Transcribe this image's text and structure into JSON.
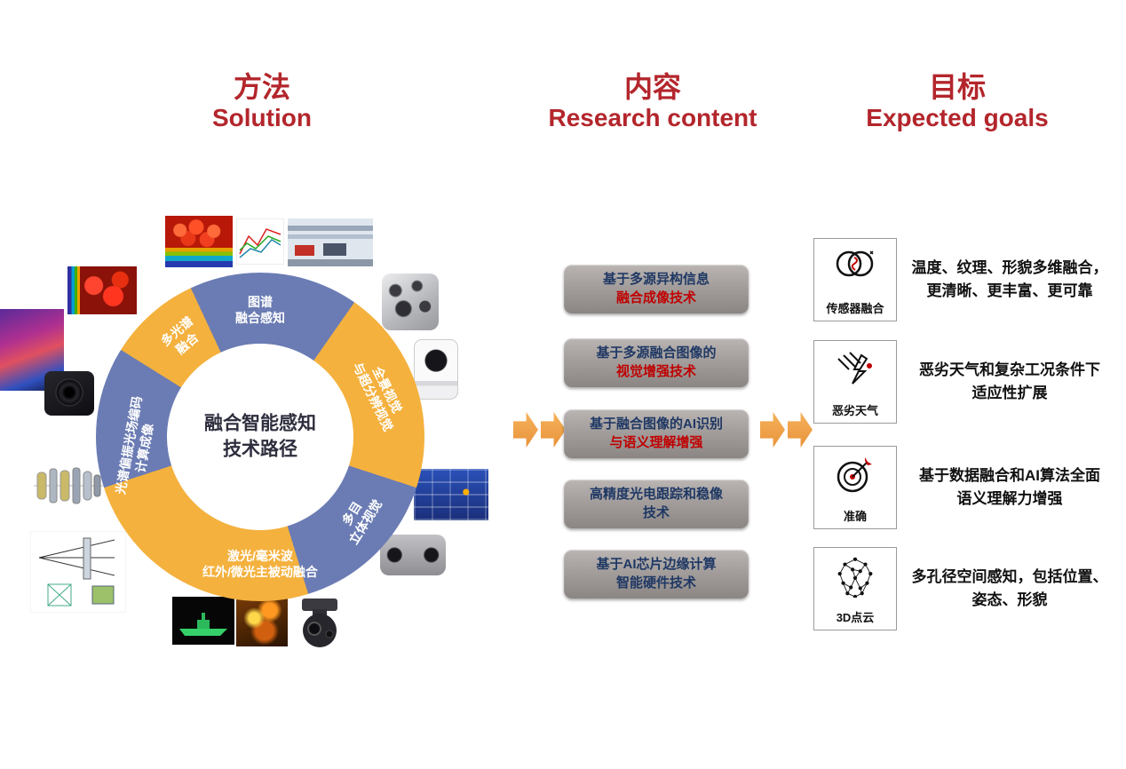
{
  "headers": {
    "solution_zh": "方法",
    "solution_en": "Solution",
    "content_zh": "内容",
    "content_en": "Research content",
    "goals_zh": "目标",
    "goals_en": "Expected goals"
  },
  "solution": {
    "center_title": "融合智能感知\n技术路径",
    "segments": [
      {
        "label": "图谱\n融合感知"
      },
      {
        "label": "全景视觉\n与超分辨视觉"
      },
      {
        "label": "多目\n立体视觉"
      },
      {
        "label": "激光/毫米波\n红外/微光主被动融合"
      },
      {
        "label": "光谱偏振光场编码\n计算成像"
      },
      {
        "label": "多光谱\n融合"
      }
    ],
    "ring_colors": {
      "blue": "#6b7cb4",
      "yellow": "#f4b13e"
    },
    "images": [
      "thermal-fruit-3d-image",
      "spectral-curves-chart",
      "pipeline-photo",
      "red-berries-thermal-image",
      "panoramic-cube-camera",
      "ptz-camera",
      "polarization-image",
      "lens-camera",
      "thermal-boxes-image",
      "stereo-camera",
      "lens-stack-diagram",
      "optical-path-diagram",
      "thermal-ship-image",
      "thermal-scene-gold-image",
      "gimbal-camera"
    ]
  },
  "content": {
    "boxes": [
      {
        "line1": "基于多源异构信息",
        "line2": "融合成像技术"
      },
      {
        "line1": "基于多源融合图像的",
        "line2": "视觉增强技术"
      },
      {
        "line1": "基于融合图像的AI识别",
        "line2": "与语义理解增强"
      },
      {
        "line1": "高精度光电跟踪和稳像",
        "line2": "技术"
      },
      {
        "line1": "基于AI芯片边缘计算",
        "line2": "智能硬件技术"
      }
    ]
  },
  "goals": {
    "items": [
      {
        "icon": "sensor-fusion-icon",
        "label": "传感器融合",
        "text": "温度、纹理、形貌多维融合，\n更清晰、更丰富、更可靠"
      },
      {
        "icon": "bad-weather-icon",
        "label": "恶劣天气",
        "text": "恶劣天气和复杂工况条件下\n适应性扩展"
      },
      {
        "icon": "accuracy-target-icon",
        "label": "准确",
        "text": "基于数据融合和AI算法全面\n语义理解力增强"
      },
      {
        "icon": "point-cloud-icon",
        "label": "3D点云",
        "text": "多孔径空间感知，包括位置、\n姿态、形貌"
      }
    ]
  },
  "colors": {
    "header_red": "#b3262c",
    "content_text_navy": "#1f3864",
    "content_text_red": "#c00000",
    "arrow_orange": "#f0a14b"
  }
}
